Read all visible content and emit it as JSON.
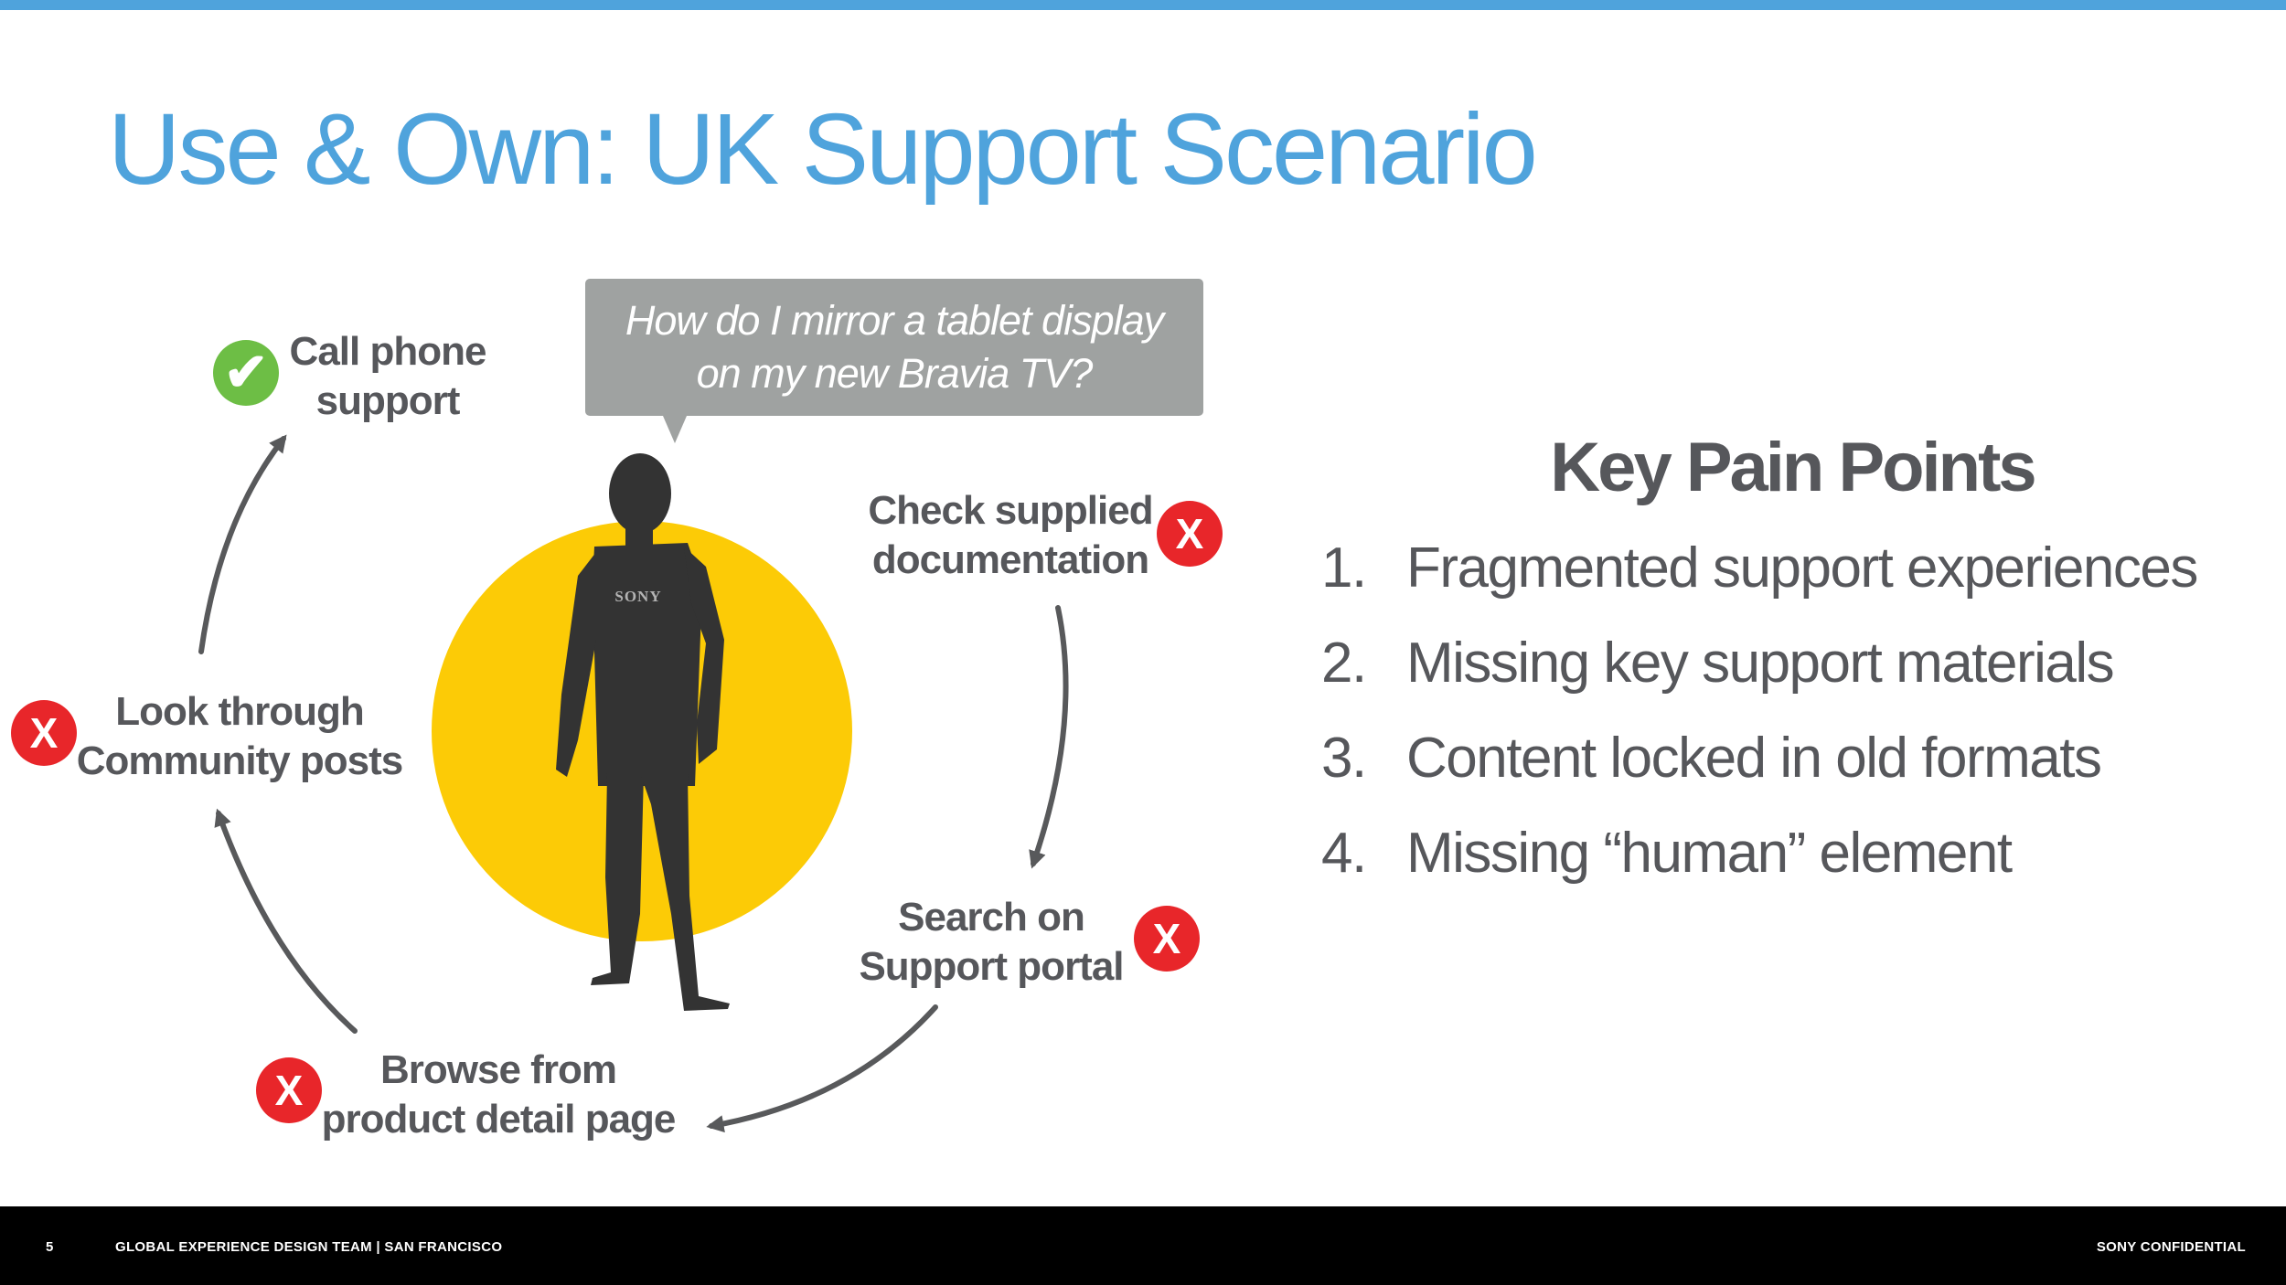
{
  "slide": {
    "title": "Use & Own: UK Support Scenario",
    "accent_color": "#4fa3dc"
  },
  "diagram": {
    "question_lines": [
      "How do I mirror a tablet display",
      "on my new Bravia TV?"
    ],
    "figure_shirt_logo": "SONY",
    "steps": [
      {
        "id": "call",
        "lines": [
          "Call phone",
          "support"
        ],
        "status": "success",
        "badge_icon": "✔"
      },
      {
        "id": "docs",
        "lines": [
          "Check supplied",
          "documentation"
        ],
        "status": "failed",
        "badge_icon": "X"
      },
      {
        "id": "portal",
        "lines": [
          "Search on",
          "Support portal"
        ],
        "status": "failed",
        "badge_icon": "X"
      },
      {
        "id": "browse",
        "lines": [
          "Browse from",
          "product detail page"
        ],
        "status": "failed",
        "badge_icon": "X"
      },
      {
        "id": "community",
        "lines": [
          "Look through",
          "Community posts"
        ],
        "status": "failed",
        "badge_icon": "X"
      }
    ],
    "colors": {
      "circle": "#fccb06",
      "figure": "#333333",
      "arrow": "#58595b",
      "failed_badge": "#e8262a",
      "success_badge": "#6dbe45",
      "callout_bg": "#9fa2a1"
    }
  },
  "pain_points": {
    "heading": "Key Pain Points",
    "items": [
      {
        "num": "1.",
        "text": "Fragmented support experiences"
      },
      {
        "num": "2.",
        "text": "Missing key support materials"
      },
      {
        "num": "3.",
        "text": "Content locked in old formats"
      },
      {
        "num": "4.",
        "text": "Missing “human” element"
      }
    ]
  },
  "footer": {
    "page_number": "5",
    "team": "GLOBAL EXPERIENCE DESIGN TEAM | SAN FRANCISCO",
    "confidential": "SONY CONFIDENTIAL"
  }
}
